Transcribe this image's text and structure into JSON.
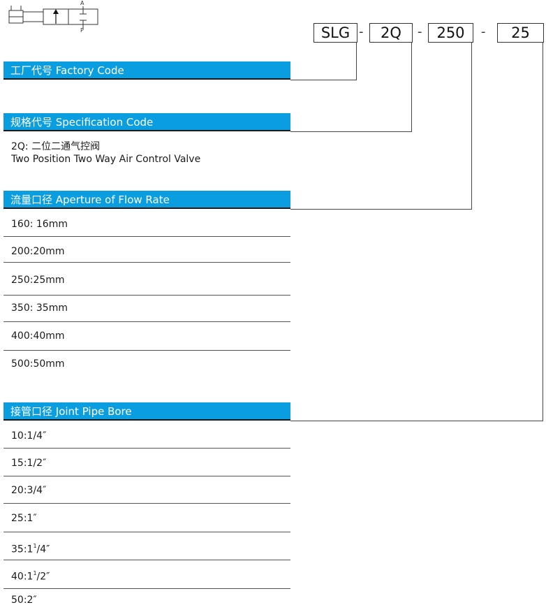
{
  "symbol": {
    "port_a": "A",
    "port_p": "P"
  },
  "model_code": {
    "parts": [
      "SLG",
      "2Q",
      "250",
      "25"
    ],
    "separator": "-"
  },
  "sections": {
    "factory": {
      "title": "工厂代号 Factory Code"
    },
    "spec": {
      "title": "规格代号 Specification Code",
      "desc_line1": "2Q: 二位二通气控阀",
      "desc_line2": "Two Position Two Way Air Control Valve"
    },
    "aperture": {
      "title": "流量口径 Aperture of Flow Rate",
      "items": [
        "160: 16mm",
        "200:20mm",
        "250:25mm",
        "350: 35mm",
        "400:40mm",
        "500:50mm"
      ]
    },
    "bore": {
      "title": "接管口径 Joint Pipe Bore",
      "items": [
        {
          "prefix": "10:1/4″"
        },
        {
          "prefix": "15:1/2″"
        },
        {
          "prefix": "20:3/4″"
        },
        {
          "prefix": "25:1″"
        },
        {
          "prefix": "35:1",
          "sup": "1",
          "suffix": "/4″"
        },
        {
          "prefix": "40:1",
          "sup": "1",
          "suffix": "/2″"
        },
        {
          "prefix": "50:2″"
        }
      ]
    }
  }
}
